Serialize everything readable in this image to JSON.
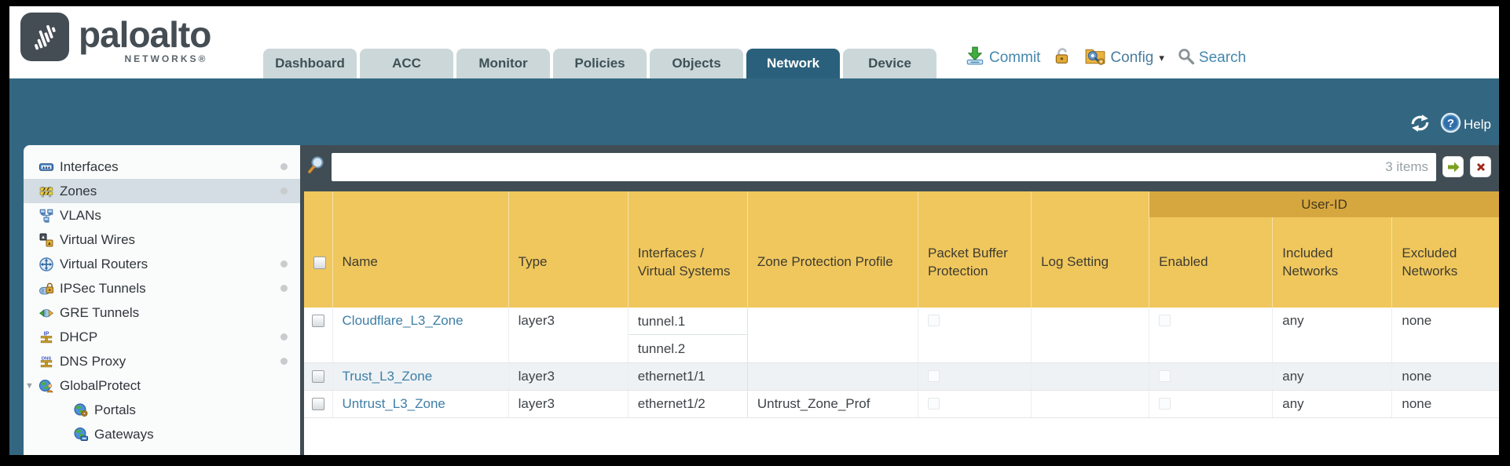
{
  "header": {
    "brand": "paloalto",
    "brand_sub": "NETWORKS®",
    "tabs": [
      {
        "label": "Dashboard",
        "active": false
      },
      {
        "label": "ACC",
        "active": false
      },
      {
        "label": "Monitor",
        "active": false
      },
      {
        "label": "Policies",
        "active": false
      },
      {
        "label": "Objects",
        "active": false
      },
      {
        "label": "Network",
        "active": true
      },
      {
        "label": "Device",
        "active": false
      }
    ],
    "actions": {
      "commit": "Commit",
      "config": "Config",
      "search": "Search"
    }
  },
  "toolbar": {
    "help_label": "Help"
  },
  "sidebar": {
    "items": [
      {
        "label": "Interfaces",
        "icon": "interfaces-icon",
        "dot": true
      },
      {
        "label": "Zones",
        "icon": "zones-icon",
        "dot": true,
        "selected": true
      },
      {
        "label": "VLANs",
        "icon": "vlans-icon",
        "dot": false
      },
      {
        "label": "Virtual Wires",
        "icon": "virtual-wires-icon",
        "dot": false
      },
      {
        "label": "Virtual Routers",
        "icon": "virtual-routers-icon",
        "dot": true
      },
      {
        "label": "IPSec Tunnels",
        "icon": "ipsec-tunnels-icon",
        "dot": true
      },
      {
        "label": "GRE Tunnels",
        "icon": "gre-tunnels-icon",
        "dot": false
      },
      {
        "label": "DHCP",
        "icon": "dhcp-icon",
        "dot": true
      },
      {
        "label": "DNS Proxy",
        "icon": "dns-proxy-icon",
        "dot": true
      },
      {
        "label": "GlobalProtect",
        "icon": "globalprotect-icon",
        "expanded": true
      },
      {
        "label": "Portals",
        "icon": "portals-icon",
        "child": true
      },
      {
        "label": "Gateways",
        "icon": "gateways-icon",
        "child": true
      }
    ]
  },
  "filter": {
    "query": "",
    "count_label": "3 items"
  },
  "table": {
    "group_header": "User-ID",
    "columns": [
      "Name",
      "Type",
      "Interfaces / Virtual Systems",
      "Zone Protection Profile",
      "Packet Buffer Protection",
      "Log Setting",
      "Enabled",
      "Included Networks",
      "Excluded Networks"
    ],
    "rows": [
      {
        "name": "Cloudflare_L3_Zone",
        "type": "layer3",
        "interfaces": [
          "tunnel.1",
          "tunnel.2"
        ],
        "zone_protection_profile": "",
        "log_setting": "",
        "included_networks": "any",
        "excluded_networks": "none"
      },
      {
        "name": "Trust_L3_Zone",
        "type": "layer3",
        "interfaces": [
          "ethernet1/1"
        ],
        "zone_protection_profile": "",
        "log_setting": "",
        "included_networks": "any",
        "excluded_networks": "none"
      },
      {
        "name": "Untrust_L3_Zone",
        "type": "layer3",
        "interfaces": [
          "ethernet1/2"
        ],
        "zone_protection_profile": "Untrust_Zone_Prof",
        "log_setting": "",
        "included_networks": "any",
        "excluded_networks": "none"
      }
    ]
  },
  "icons": {
    "config_caret": "▾",
    "globalprotect_expander": "▼"
  },
  "colors": {
    "teal": "#336781",
    "tab_active": "#2A607B",
    "header_gold": "#F0C75D",
    "header_gold_dark": "#D7A73F",
    "link_blue": "#3E7EA6",
    "filter_slate": "#414D55"
  }
}
